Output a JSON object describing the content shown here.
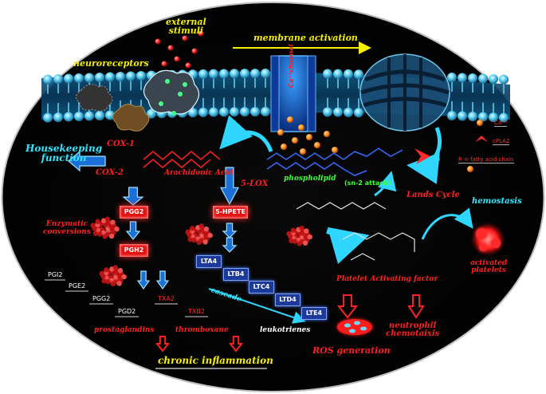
{
  "header": {
    "external_stimuli": "external\nstimuli",
    "membrane_activation": "membrane activation",
    "neuroreceptors": "neuroreceptors",
    "ca_channel": "Ca⁺²channel"
  },
  "left": {
    "housekeeping": "Housekeeping\nfunction",
    "cox1": "COX-1",
    "cox2": "COX-2",
    "arachidonic_acid": "Arachidonic Acid",
    "lox5": "5-LOX",
    "enzymatic": "Enzymatic\nconversions"
  },
  "phospholipid": {
    "label": "phospholipid",
    "sn2": "(sn-2 attack)",
    "lands_cycle": "Lands Cycle"
  },
  "legend": {
    "ca": "Ca⁺²",
    "cpla2": "cPLA2",
    "r_def": "R = fatty acid chain"
  },
  "prostaglandin_path": {
    "pgg2": "PGG2",
    "pgh2": "PGH2",
    "products": [
      "PGI2",
      "PGE2",
      "PGG2",
      "PGD2"
    ],
    "txa2": "TXA2",
    "txb2": "TXB2"
  },
  "leukotriene_path": {
    "hpete": "5-HPETE",
    "items": [
      "LTA4",
      "LTB4",
      "LTC4",
      "LTD4",
      "LTE4"
    ],
    "cascade": "cascade"
  },
  "paf": {
    "platelet_activating_factor": "Platelet Activating factor",
    "hemostasis": "hemostasis",
    "activated_platelets": "activated\nplatelets",
    "ros": "ROS generation",
    "neutrophil": "neutrophil\nchemotaixis"
  },
  "bottom": {
    "prostaglandins": "prostaglandins",
    "thromboxane": "thromboxane",
    "leukotrienes": "leukotrienes",
    "chronic_inflammation": "chronic inflammation"
  },
  "colors": {
    "background": "#000000",
    "membrane": "#4fc3e8",
    "enzyme_box": "#e41010",
    "leukotriene_box": "#1d3a9a",
    "arrow_cyan": "#2fd6ff",
    "arrow_red": "#ff2020"
  }
}
